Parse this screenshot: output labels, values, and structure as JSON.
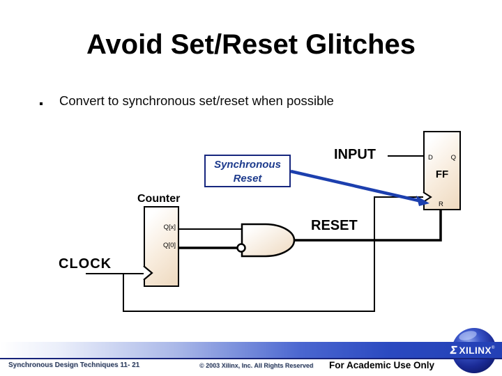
{
  "slide": {
    "title": "Avoid Set/Reset Glitches",
    "bullet_text": "Convert to synchronous set/reset when possible"
  },
  "diagram": {
    "sync_reset_box": "Synchronous Reset",
    "input_label": "INPUT",
    "reset_label": "RESET",
    "clock_label": "CLOCK",
    "counter": {
      "label": "Counter",
      "outputs": [
        "Q[x]",
        "Q[0]"
      ]
    },
    "flipflop": {
      "d_pin": "D",
      "q_pin": "Q",
      "name": "FF",
      "r_pin": "R"
    },
    "colors": {
      "wire": "#000000",
      "arrow_blue": "#1c3fae",
      "callout_border_blue": "#16267e",
      "box_fill_tint": "#eed9bf"
    }
  },
  "footer": {
    "left_text": "Synchronous Design Techniques 11- 21",
    "center_text": "© 2003 Xilinx, Inc. All Rights Reserved",
    "right_text": "For Academic Use Only",
    "logo": {
      "glyph": "Σ",
      "brand": "XILINX",
      "registered": "®"
    }
  }
}
